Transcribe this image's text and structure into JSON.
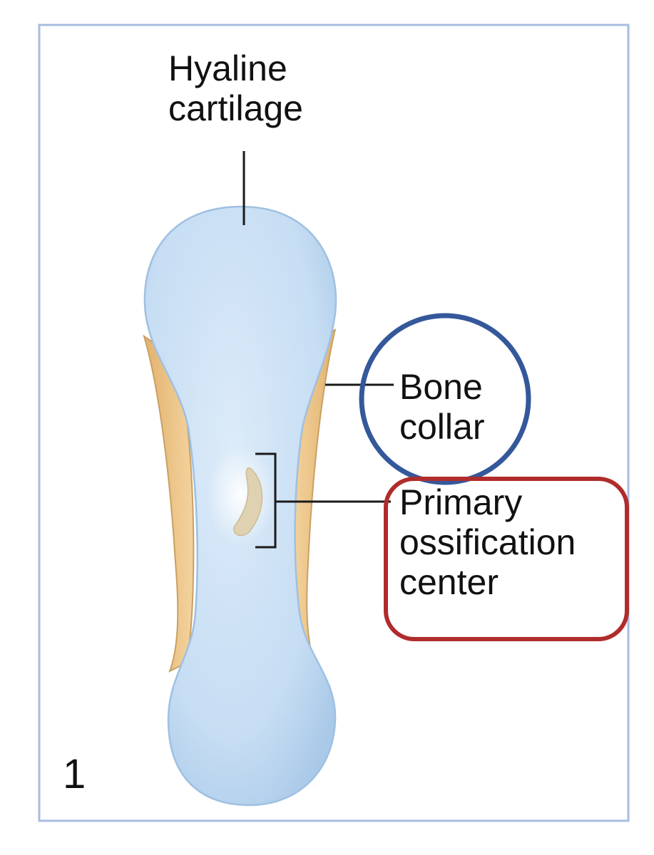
{
  "labels": {
    "hyaline_cartilage": "Hyaline\ncartilage",
    "bone_collar": "Bone\ncollar",
    "primary_ossification_center": "Primary\nossification\ncenter",
    "stage_number": "1"
  },
  "colors": {
    "frame_border": "#a9bce0",
    "cartilage_fill": "#c6ddf3",
    "cartilage_edge": "#9fc0e2",
    "bone_collar_fill": "#edc58a",
    "bone_collar_edge": "#c9a064",
    "ossification_spot": "#dfd2b2",
    "circle_highlight": "#34589a",
    "box_highlight": "#b02c2c",
    "leader_line": "#1a1a1a"
  }
}
